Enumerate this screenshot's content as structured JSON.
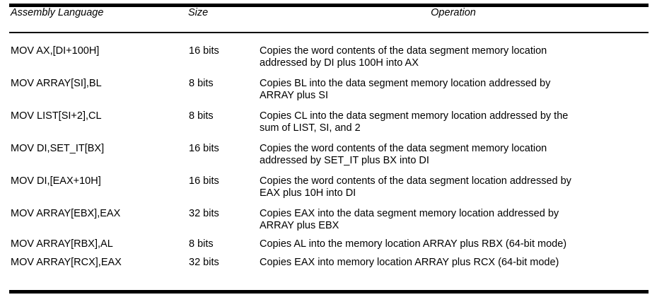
{
  "table": {
    "columns": [
      {
        "key": "assembly",
        "label": "Assembly Language",
        "align": "left"
      },
      {
        "key": "size",
        "label": "Size",
        "align": "left"
      },
      {
        "key": "operation",
        "label": "Operation",
        "align": "center"
      }
    ],
    "rows": [
      {
        "assembly": "MOV AX,[DI+100H]",
        "size": "16 bits",
        "operation_lines": [
          "Copies the word contents of the data segment memory location",
          "addressed by DI plus 100H into AX"
        ],
        "operation": "Copies the word contents of the data segment memory location addressed by DI plus 100H into AX"
      },
      {
        "assembly": "MOV ARRAY[SI],BL",
        "size": "8 bits",
        "operation_lines": [
          "Copies BL into the data segment memory location addressed by",
          "ARRAY plus SI"
        ],
        "operation": "Copies BL into the data segment memory location addressed by ARRAY plus SI"
      },
      {
        "assembly": "MOV LIST[SI+2],CL",
        "size": "8 bits",
        "operation_lines": [
          "Copies CL into the data segment memory location addressed by the",
          "sum of LIST, SI, and 2"
        ],
        "operation": "Copies CL into the data segment memory location addressed by the sum of LIST, SI, and 2"
      },
      {
        "assembly": "MOV DI,SET_IT[BX]",
        "size": "16 bits",
        "operation_lines": [
          "Copies the word contents of the data segment memory location",
          "addressed by SET_IT plus BX into DI"
        ],
        "operation": "Copies the word contents of the data segment memory location addressed by SET_IT plus BX into DI"
      },
      {
        "assembly": "MOV DI,[EAX+10H]",
        "size": "16 bits",
        "operation_lines": [
          "Copies the word contents of the data segment location addressed by",
          "EAX plus 10H into DI"
        ],
        "operation": "Copies the word contents of the data segment location addressed by EAX plus 10H into DI"
      },
      {
        "assembly": "MOV ARRAY[EBX],EAX",
        "size": "32 bits",
        "operation_lines": [
          "Copies EAX into the data segment memory location addressed by",
          "ARRAY plus EBX"
        ],
        "operation": "Copies EAX into the data segment memory location addressed by ARRAY plus EBX"
      },
      {
        "assembly": "MOV ARRAY[RBX],AL",
        "size": "8 bits",
        "operation_lines": [
          "Copies AL into the memory location ARRAY plus RBX (64-bit mode)"
        ],
        "operation": "Copies AL into the memory location ARRAY plus RBX (64-bit mode)"
      },
      {
        "assembly": "MOV ARRAY[RCX],EAX",
        "size": "32 bits",
        "operation_lines": [
          "Copies EAX into memory location ARRAY plus RCX (64-bit mode)"
        ],
        "operation": "Copies EAX into memory location ARRAY plus RCX (64-bit mode)"
      }
    ]
  },
  "style": {
    "text_color": "#000000",
    "rule_color": "#000000",
    "background": "#ffffff"
  }
}
